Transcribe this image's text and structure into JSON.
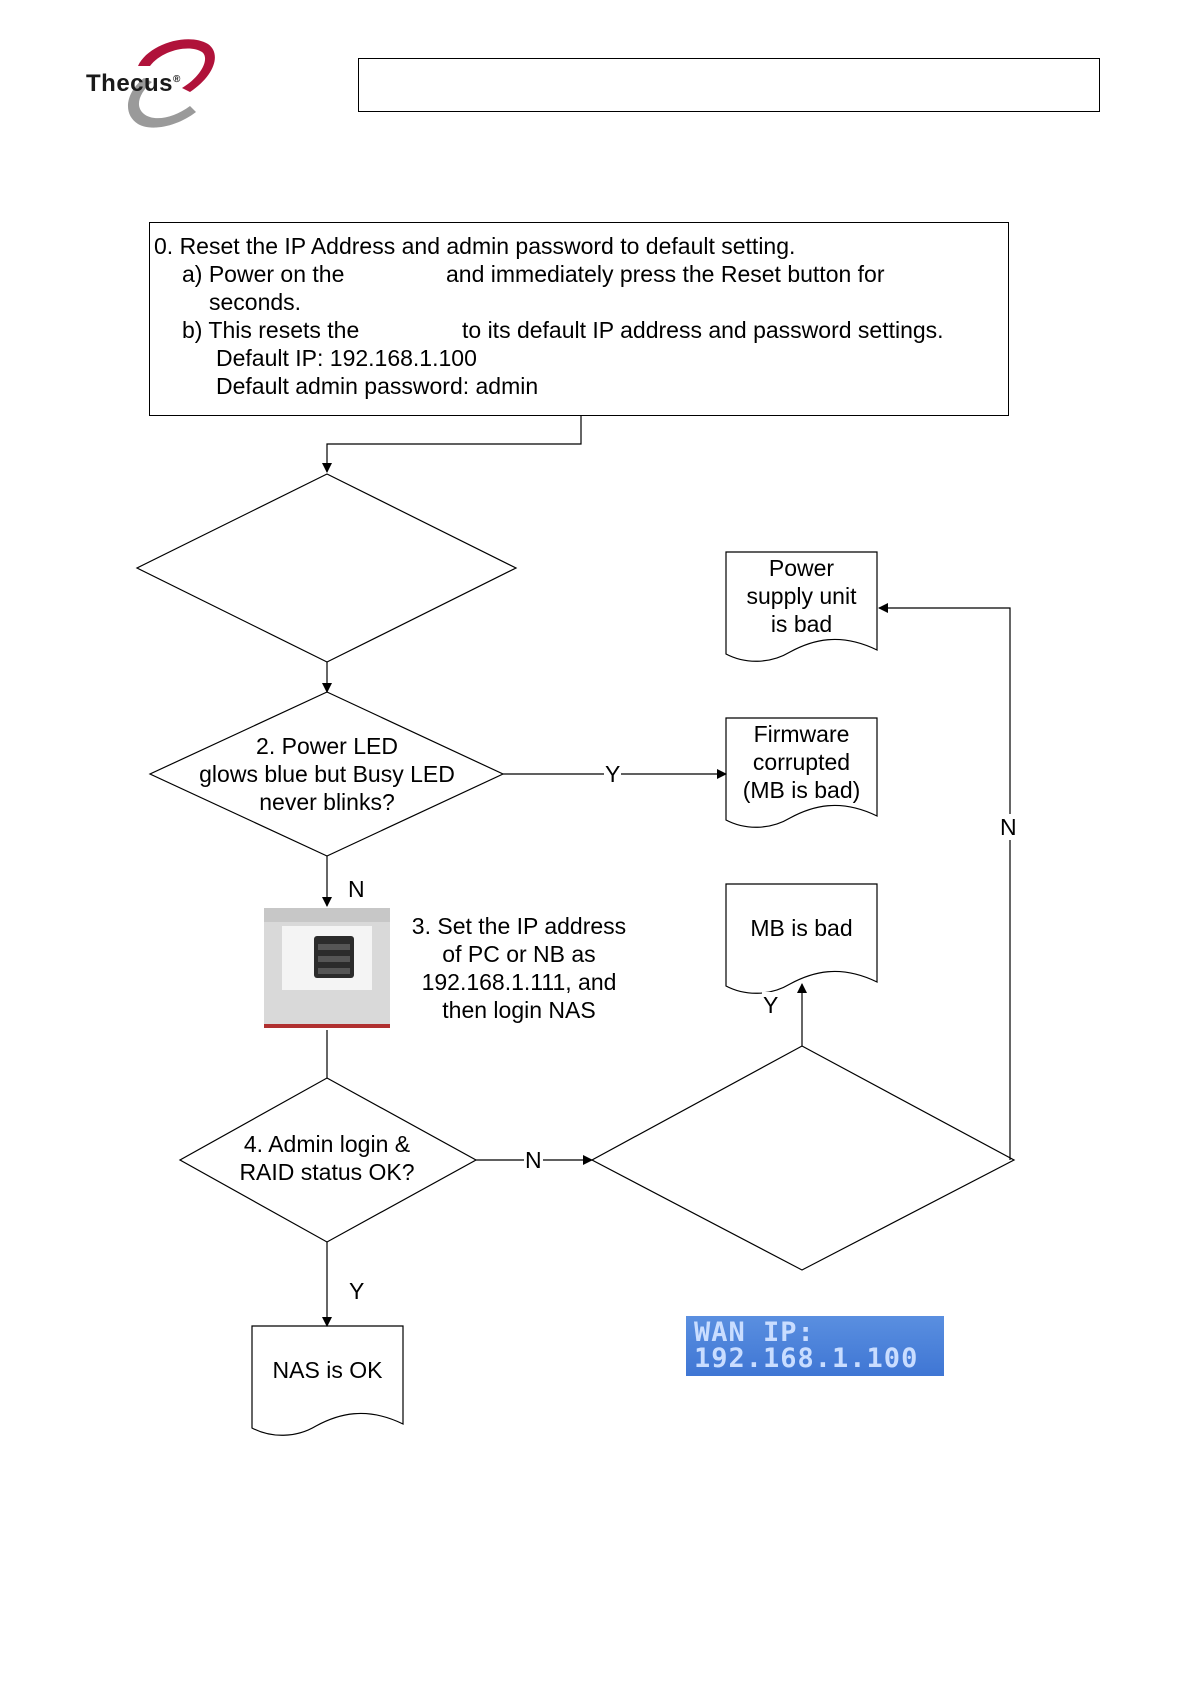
{
  "brand": {
    "logo_text": "Thecus",
    "logo_mark": "®"
  },
  "step0": {
    "title": "0. Reset the IP Address and admin password to default setting.",
    "a1": "a) Power on the",
    "a2": "and immediately press the Reset button for",
    "a3": "seconds.",
    "b1": "b) This resets the",
    "b2": "to its default IP address and password settings.",
    "default_ip": "Default IP: 192.168.1.100",
    "default_password": "Default admin password: admin"
  },
  "nodes": {
    "power_supply": [
      "Power",
      "supply unit",
      "is bad"
    ],
    "firmware": [
      "Firmware",
      "corrupted",
      "(MB is bad)"
    ],
    "mb_bad": [
      "MB is bad"
    ],
    "step2": [
      "2. Power LED",
      "glows blue but Busy LED",
      "never blinks?"
    ],
    "step3": [
      "3. Set the IP address",
      "of PC or NB as",
      "192.168.1.111, and",
      "then login NAS"
    ],
    "step4": [
      "4. Admin login &",
      "RAID status OK?"
    ],
    "nas_ok": [
      "NAS is OK"
    ]
  },
  "labels": {
    "step2_yes": "Y",
    "step2_no": "N",
    "step4_no": "N",
    "step4_yes": "Y",
    "right_no": "N",
    "right_yes": "Y"
  },
  "lcd": {
    "line1": "WAN IP:",
    "line2": "192.168.1.100"
  }
}
